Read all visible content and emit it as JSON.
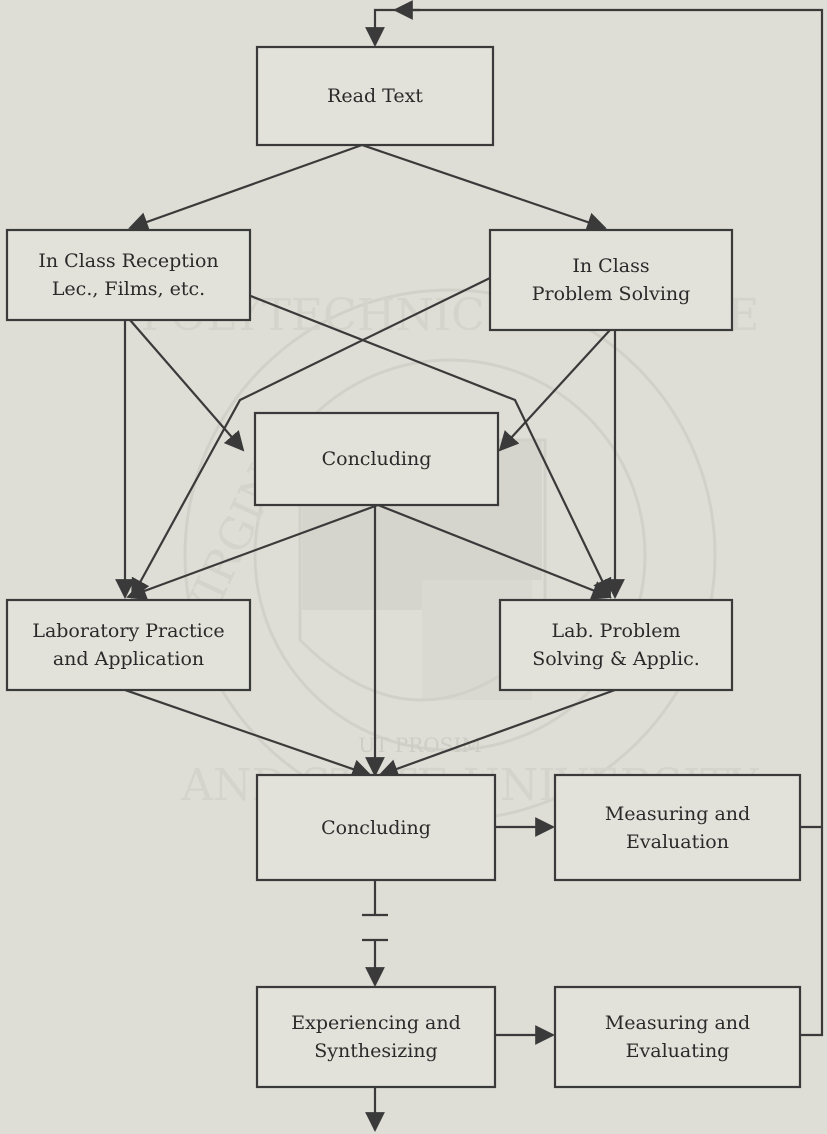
{
  "diagram": {
    "nodes": {
      "read_text": "Read Text",
      "class_reception": "In Class Reception\nLec., Films, etc.",
      "class_problem": "In Class\nProblem Solving",
      "concluding_1": "Concluding",
      "lab_practice": "Laboratory Practice\nand Application",
      "lab_problem": "Lab. Problem\nSolving & Applic.",
      "concluding_2": "Concluding",
      "measuring_1": "Measuring and\nEvaluation",
      "experiencing": "Experiencing and\nSynthesizing",
      "measuring_2": "Measuring and\nEvaluating"
    },
    "watermark": {
      "ring_top": "POLYTECHNIC INSTITUTE",
      "ring_left": "VIRGINIA",
      "ring_bottom": "AND STATE UNIVERSITY",
      "motto": "UT PROSIM"
    }
  }
}
